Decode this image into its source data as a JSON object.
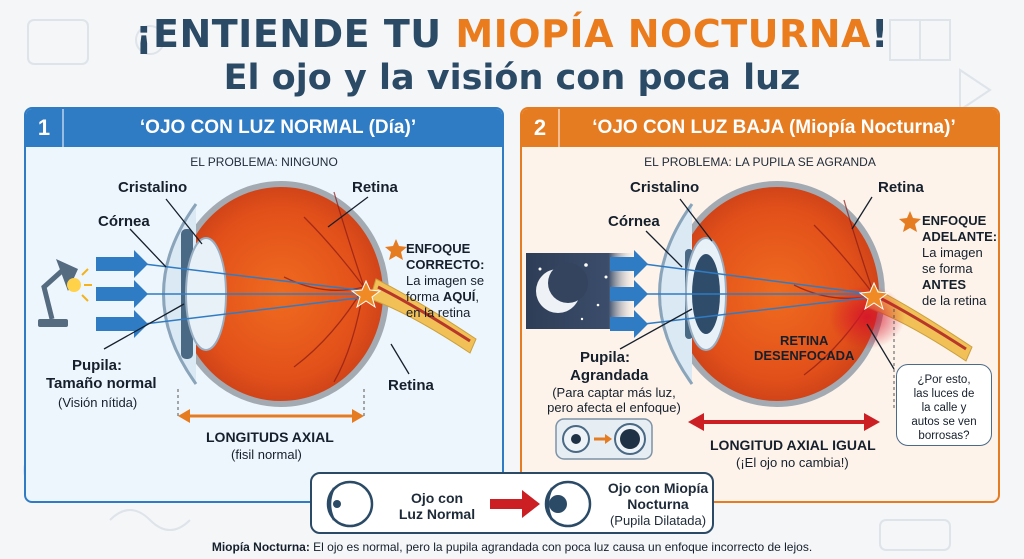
{
  "title": {
    "part1": "¡ENTIENDE TU ",
    "accent": "MIOPÍA NOCTURNA",
    "part2": "!",
    "subtitle": "El ojo y la visión con poca luz"
  },
  "panel1": {
    "number": "1",
    "title": "‘OJO CON LUZ NORMAL (Día)’",
    "problem": "EL PROBLEMA: NINGUNO",
    "labels": {
      "cristalino": "Cristalino",
      "cornea": "Córnea",
      "retina_top": "Retina",
      "retina_bottom": "Retina",
      "pupila_title": "Pupila:",
      "pupila_size": "Tamaño normal",
      "pupila_note": "(Visión nítida)",
      "focus_title1": "ENFOQUE",
      "focus_title2": "CORRECTO:",
      "focus_line1": "La imagen se",
      "focus_line2a": "forma ",
      "focus_line2b": "AQUÍ",
      "focus_line2c": ",",
      "focus_line3": "en la retina",
      "axial_title": "LONGITUDS AXIAL",
      "axial_note": "(fisil normal)"
    }
  },
  "panel2": {
    "number": "2",
    "title": "‘OJO CON LUZ BAJA (Miopía Nocturna)’",
    "problem": "EL PROBLEMA: LA PUPILA SE AGRANDA",
    "labels": {
      "cristalino": "Cristalino",
      "cornea": "Córnea",
      "retina_top": "Retina",
      "pupila_title": "Pupila:",
      "pupila_size": "Agrandada",
      "pupila_note1": "(Para captar más luz,",
      "pupila_note2": "pero afecta el enfoque)",
      "focus_title1": "ENFOQUE",
      "focus_title2": "ADELANTE:",
      "focus_line1": "La imagen",
      "focus_line2": "se forma",
      "focus_line3": "ANTES",
      "focus_line4": "de la retina",
      "blur_line1": "RETINA",
      "blur_line2": "DESENFOCADA",
      "axial_title": "LONGITUD AXIAL IGUAL",
      "axial_note": "(¡El ojo no cambia!)",
      "bubble1": "¿Por esto,",
      "bubble2": "las luces de",
      "bubble3": "la calle y",
      "bubble4": "autos se ven",
      "bubble5": "borrosas?"
    }
  },
  "legend": {
    "left_line1": "Ojo con",
    "left_line2": "Luz Normal",
    "right_line1": "Ojo con Miopía",
    "right_line2": "Nocturna",
    "right_line3": "(Pupila Dilatada)"
  },
  "footnote": {
    "bold": "Miopía Nocturna:",
    "text": " El ojo es normal, pero la pupila agrandada con poca luz causa un enfoque incorrecto de lejos."
  },
  "colors": {
    "navy": "#2b4a66",
    "orange": "#ea7c1e",
    "blue_panel": "#2f7cc4",
    "orange_panel": "#e67c22",
    "arrow_red": "#cc1f24"
  }
}
